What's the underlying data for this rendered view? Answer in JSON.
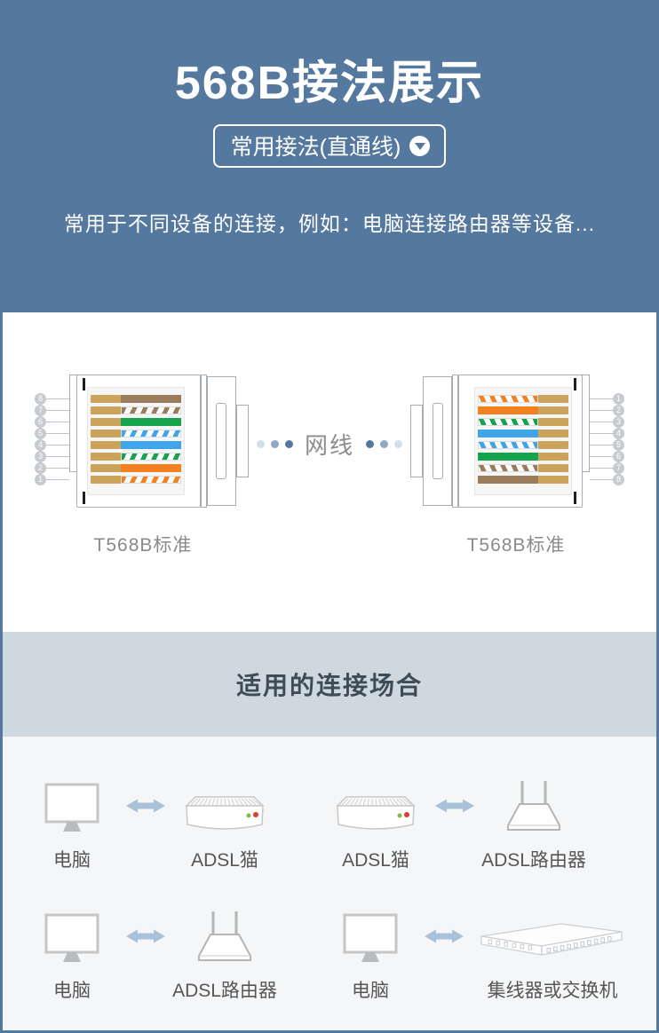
{
  "page": {
    "colors": {
      "header_bg": "#55789f",
      "band_bg": "#cfd8df",
      "content_bg": "#f4f6f8",
      "white_bg": "#ffffff",
      "arrow": "#a9c2d8",
      "pin_circle": "#c7cbd0",
      "cable_dots": [
        "#d3dfe9",
        "#8fa9c6",
        "#54779e"
      ]
    }
  },
  "header": {
    "title": "568B接法展示",
    "selector_label": "常用接法(直通线)",
    "selector_icon": "chevron-down-circle-icon",
    "description": "常用于不同设备的连接，例如：电脑连接路由器等设备..."
  },
  "diagram": {
    "cable_label": "网线",
    "wire_colors": {
      "gold_pin": "#cba35b",
      "orange": "#f48120",
      "green": "#17a24c",
      "blue": "#3fa5e8",
      "brown": "#9a7b5c"
    },
    "left_connector": {
      "caption": "T568B标准",
      "pins_top_to_bottom": [
        8,
        7,
        6,
        5,
        4,
        3,
        2,
        1
      ],
      "wires_top_to_bottom": [
        {
          "pin": 8,
          "name": "brown",
          "style": "solid",
          "hex": "#9a7b5c"
        },
        {
          "pin": 7,
          "name": "white-brown",
          "style": "striped",
          "hex": "#9a7b5c"
        },
        {
          "pin": 6,
          "name": "green",
          "style": "solid",
          "hex": "#17a24c"
        },
        {
          "pin": 5,
          "name": "white-blue",
          "style": "striped",
          "hex": "#3fa5e8"
        },
        {
          "pin": 4,
          "name": "blue",
          "style": "solid",
          "hex": "#3fa5e8"
        },
        {
          "pin": 3,
          "name": "white-green",
          "style": "striped",
          "hex": "#17a24c"
        },
        {
          "pin": 2,
          "name": "orange",
          "style": "solid",
          "hex": "#f48120"
        },
        {
          "pin": 1,
          "name": "white-orange",
          "style": "striped",
          "hex": "#f48120"
        }
      ]
    },
    "right_connector": {
      "caption": "T568B标准",
      "pins_top_to_bottom": [
        1,
        2,
        3,
        4,
        5,
        6,
        7,
        8
      ],
      "wires_top_to_bottom": [
        {
          "pin": 1,
          "name": "white-orange",
          "style": "striped",
          "hex": "#f48120"
        },
        {
          "pin": 2,
          "name": "orange",
          "style": "solid",
          "hex": "#f48120"
        },
        {
          "pin": 3,
          "name": "white-green",
          "style": "striped",
          "hex": "#17a24c"
        },
        {
          "pin": 4,
          "name": "blue",
          "style": "solid",
          "hex": "#3fa5e8"
        },
        {
          "pin": 5,
          "name": "white-blue",
          "style": "striped",
          "hex": "#3fa5e8"
        },
        {
          "pin": 6,
          "name": "green",
          "style": "solid",
          "hex": "#17a24c"
        },
        {
          "pin": 7,
          "name": "white-brown",
          "style": "striped",
          "hex": "#9a7b5c"
        },
        {
          "pin": 8,
          "name": "brown",
          "style": "solid",
          "hex": "#9a7b5c"
        }
      ]
    }
  },
  "section2": {
    "title": "适用的连接场合",
    "arrow_icon": "double-arrow-icon"
  },
  "connections": [
    {
      "left": {
        "icon": "computer-icon",
        "label": "电脑"
      },
      "right": {
        "icon": "modem-icon",
        "label": "ADSL猫"
      }
    },
    {
      "left": {
        "icon": "modem-icon",
        "label": "ADSL猫"
      },
      "right": {
        "icon": "router-icon",
        "label": "ADSL路由器"
      }
    },
    {
      "left": {
        "icon": "computer-icon",
        "label": "电脑"
      },
      "right": {
        "icon": "router-icon",
        "label": "ADSL路由器"
      }
    },
    {
      "left": {
        "icon": "computer-icon",
        "label": "电脑"
      },
      "right": {
        "icon": "switch-icon",
        "label": "集线器或交换机"
      }
    }
  ]
}
